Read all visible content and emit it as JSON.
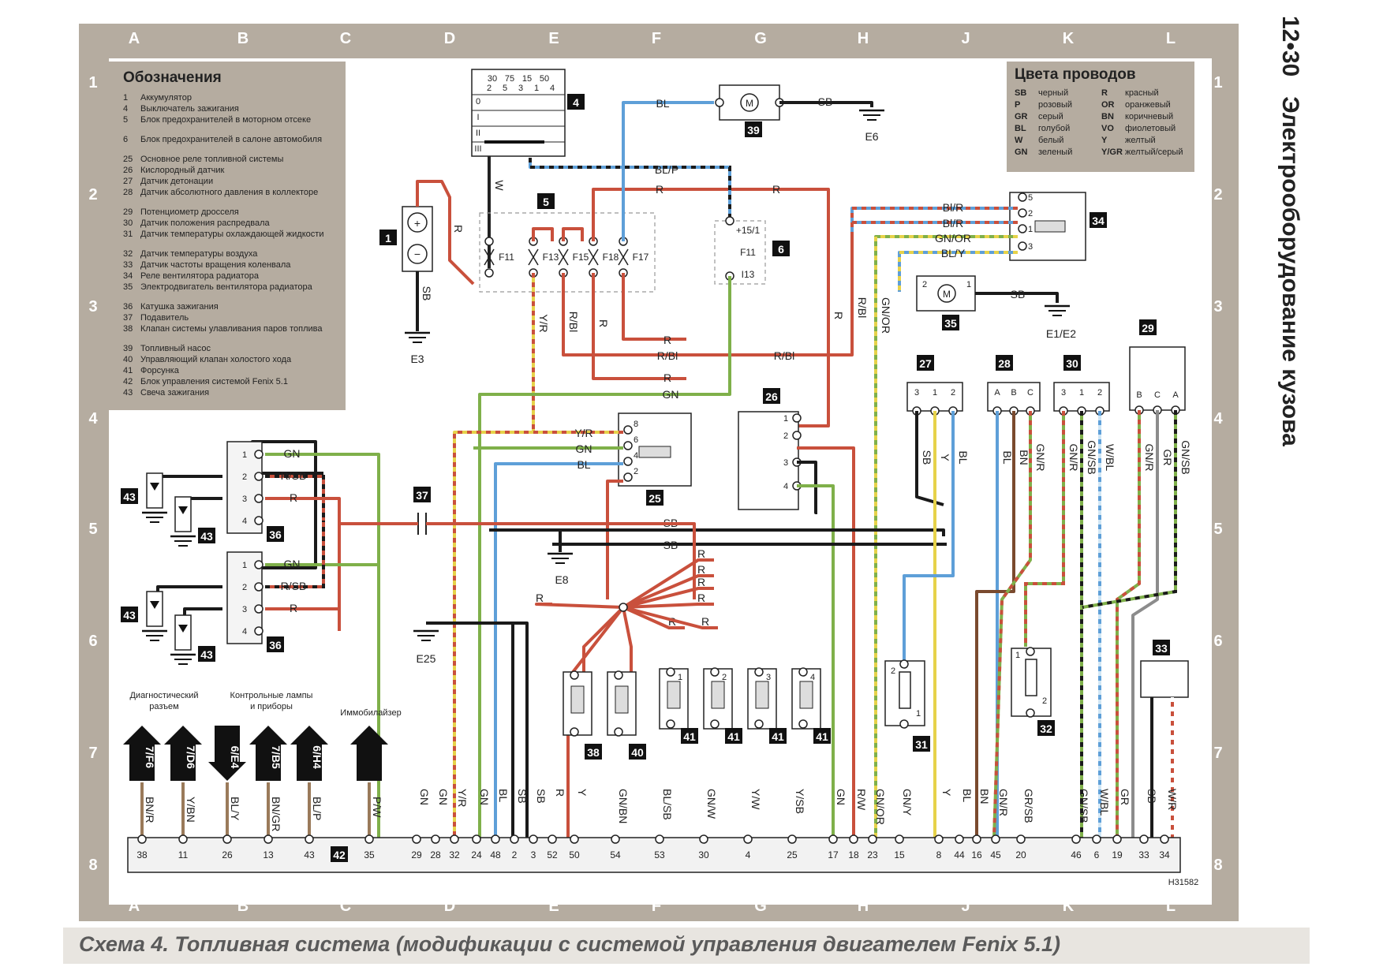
{
  "page_number": "12•30",
  "section_title": "Электрооборудование кузова",
  "caption": "Схема 4. Топливная система (модификации с системой управления двигателем Fenix 5.1)",
  "drawing_id": "H31582",
  "columns": [
    "A",
    "B",
    "C",
    "D",
    "E",
    "F",
    "G",
    "H",
    "J",
    "K",
    "L"
  ],
  "rows": [
    "1",
    "2",
    "3",
    "4",
    "5",
    "6",
    "7",
    "8"
  ],
  "legend": {
    "title": "Обозначения",
    "items": [
      {
        "n": "1",
        "t": "Аккумулятор"
      },
      {
        "n": "4",
        "t": "Выключатель зажигания"
      },
      {
        "n": "5",
        "t": "Блок предохранителей в моторном отсеке"
      },
      {
        "n": "6",
        "t": "Блок предохранителей в салоне автомобиля"
      },
      {
        "n": "25",
        "t": "Основное реле топливной системы"
      },
      {
        "n": "26",
        "t": "Кислородный датчик"
      },
      {
        "n": "27",
        "t": "Датчик детонации"
      },
      {
        "n": "28",
        "t": "Датчик абсолютного давления в коллекторе"
      },
      {
        "n": "29",
        "t": "Потенциометр дросселя"
      },
      {
        "n": "30",
        "t": "Датчик положения распредвала"
      },
      {
        "n": "31",
        "t": "Датчик температуры охлаждающей жидкости"
      },
      {
        "n": "32",
        "t": "Датчик температуры воздуха"
      },
      {
        "n": "33",
        "t": "Датчик частоты вращения коленвала"
      },
      {
        "n": "34",
        "t": "Реле вентилятора радиатора"
      },
      {
        "n": "35",
        "t": "Электродвигатель вентилятора радиатора"
      },
      {
        "n": "36",
        "t": "Катушка зажигания"
      },
      {
        "n": "37",
        "t": "Подавитель"
      },
      {
        "n": "38",
        "t": "Клапан системы улавливания паров топлива"
      },
      {
        "n": "39",
        "t": "Топливный насос"
      },
      {
        "n": "40",
        "t": "Управляющий клапан холостого хода"
      },
      {
        "n": "41",
        "t": "Форсунка"
      },
      {
        "n": "42",
        "t": "Блок управления системой Fenix 5.1"
      },
      {
        "n": "43",
        "t": "Свеча зажигания"
      }
    ]
  },
  "wire_colors": {
    "title": "Цвета проводов",
    "items": [
      {
        "code": "SB",
        "name": "черный"
      },
      {
        "code": "P",
        "name": "розовый"
      },
      {
        "code": "GR",
        "name": "серый"
      },
      {
        "code": "BL",
        "name": "голубой"
      },
      {
        "code": "W",
        "name": "белый"
      },
      {
        "code": "GN",
        "name": "зеленый"
      },
      {
        "code": "R",
        "name": "красный"
      },
      {
        "code": "OR",
        "name": "оранжевый"
      },
      {
        "code": "BN",
        "name": "коричневый"
      },
      {
        "code": "VO",
        "name": "фиолетовый"
      },
      {
        "code": "Y",
        "name": "желтый"
      },
      {
        "code": "Y/GR",
        "name": "желтый/серый"
      }
    ]
  },
  "ignition_switch": {
    "header": [
      "30",
      "75",
      "15",
      "50"
    ],
    "header2": [
      "2",
      "5",
      "3",
      "1",
      "4"
    ],
    "positions": [
      "0",
      "I",
      "II",
      "III"
    ]
  },
  "fuses": [
    "F11",
    "F13",
    "F15",
    "F18",
    "F17"
  ],
  "fuse_box6": [
    "+15/1",
    "F11",
    "I13"
  ],
  "grounds": [
    "E3",
    "E6",
    "E8",
    "E25",
    "E1/E2"
  ],
  "connector_groups": {
    "diag": "Диагностический разъем",
    "lamps": "Контрольные лампы и приборы",
    "immo": "Иммобилайзер"
  },
  "arrows": [
    {
      "label": "7/F6",
      "wire": "BN/R",
      "pin": "38",
      "dir": "up"
    },
    {
      "label": "7/D6",
      "wire": "Y/BN",
      "pin": "11",
      "dir": "up"
    },
    {
      "label": "6/E4",
      "wire": "BL/Y",
      "pin": "26",
      "dir": "down"
    },
    {
      "label": "7/B5",
      "wire": "BN/GR",
      "pin": "13",
      "dir": "up"
    },
    {
      "label": "6/H4",
      "wire": "BL/P",
      "pin": "43",
      "dir": "up"
    },
    {
      "label": "",
      "wire": "P/W",
      "pin": "35",
      "dir": "up"
    }
  ],
  "ecu_pins": [
    {
      "wire": "GN",
      "pin": "29"
    },
    {
      "wire": "GN",
      "pin": "28"
    },
    {
      "wire": "Y/R",
      "pin": "32"
    },
    {
      "wire": "GN",
      "pin": "24"
    },
    {
      "wire": "BL",
      "pin": "48"
    },
    {
      "wire": "SB",
      "pin": "2"
    },
    {
      "wire": "SB",
      "pin": "3"
    },
    {
      "wire": "R",
      "pin": "52"
    },
    {
      "wire": "Y",
      "pin": "50"
    },
    {
      "wire": "GN/BN",
      "pin": "54"
    },
    {
      "wire": "BL/SB",
      "pin": "53"
    },
    {
      "wire": "GN/W",
      "pin": "30"
    },
    {
      "wire": "Y/W",
      "pin": "4"
    },
    {
      "wire": "Y/SB",
      "pin": "25"
    },
    {
      "wire": "GN",
      "pin": "17"
    },
    {
      "wire": "R/W",
      "pin": "18"
    },
    {
      "wire": "GN/OR",
      "pin": "23"
    },
    {
      "wire": "GN/Y",
      "pin": "15"
    },
    {
      "wire": "Y",
      "pin": "8"
    },
    {
      "wire": "BL",
      "pin": "44"
    },
    {
      "wire": "BN",
      "pin": "16"
    },
    {
      "wire": "GN/R",
      "pin": "45"
    },
    {
      "wire": "GR/SB",
      "pin": "20"
    },
    {
      "wire": "GN/SB",
      "pin": "46"
    },
    {
      "wire": "W/BL",
      "pin": "6"
    },
    {
      "wire": "GR",
      "pin": "19"
    },
    {
      "wire": "SB",
      "pin": "33"
    },
    {
      "wire": "W/R",
      "pin": "34"
    }
  ],
  "sensor_pin_labels": {
    "s27": [
      "3",
      "1",
      "2"
    ],
    "s28": [
      "A",
      "B",
      "C"
    ],
    "s30": [
      "3",
      "1",
      "2"
    ],
    "s29": [
      "B",
      "C",
      "A"
    ]
  },
  "wire_labels": {
    "bl_top": "BL",
    "sb_top": "SB",
    "blp": "BL/P",
    "r_top1": "R",
    "r_top2": "R",
    "w_sw": "W",
    "r_bat": "R",
    "sb_bat": "SB",
    "blr1": "Bl/R",
    "blr2": "Bl/R",
    "gnor": "GN/OR",
    "bly": "BL/Y",
    "sb35": "SB",
    "yr_v": "Y/R",
    "rbl_v": "R/Bl",
    "r_v1": "R",
    "r_v2": "R",
    "rbl_v2": "R/Bl",
    "gnor_v": "GN/OR",
    "r_h1": "R",
    "rbl_h1": "R/Bl",
    "rbl_h2": "R/Bl",
    "r_h2": "R",
    "gn_h": "GN",
    "yr_h": "Y/R",
    "gn_h2": "GN",
    "bl_h": "BL",
    "gn36a": "GN",
    "rsb36a": "R/SB",
    "r36a": "R",
    "gn36b": "GN",
    "rsb36b": "R/SB",
    "r36b": "R",
    "sb_h1": "SB",
    "sb_h2": "SB",
    "r_m1": "R",
    "r_m2": "R",
    "r_m3": "R",
    "r_m4": "R",
    "r_m5": "R",
    "r_m6": "R",
    "r_m7": "R",
    "sb27": "SB",
    "y27": "Y",
    "bl27": "BL",
    "bl28": "BL",
    "bn28": "BN",
    "gnr28": "GN/R",
    "gnr30": "GN/R",
    "gnsb30": "GN/SB",
    "wbl30": "W/BL",
    "gnr29": "GN/R",
    "gr29": "GR",
    "gnsb29": "GN/SB"
  },
  "relay25_pins": [
    "8",
    "6",
    "4",
    "2"
  ],
  "sensor26_pins": [
    "1",
    "2",
    "3",
    "4"
  ],
  "relay34_pins": [
    "5",
    "2",
    "1",
    "3"
  ],
  "motor35_pins": [
    "2",
    "1"
  ],
  "coil36_pins": [
    "1",
    "2",
    "3",
    "4"
  ],
  "inj_pins": [
    "1",
    "2",
    "3",
    "4"
  ],
  "sens31_pins": [
    "2",
    "1"
  ],
  "sens32_pins": [
    "1",
    "2"
  ],
  "tags": [
    "1",
    "4",
    "5",
    "6",
    "25",
    "26",
    "27",
    "28",
    "29",
    "30",
    "31",
    "32",
    "33",
    "34",
    "35",
    "36",
    "36",
    "37",
    "38",
    "39",
    "40",
    "41",
    "41",
    "41",
    "41",
    "42",
    "43",
    "43",
    "43",
    "43"
  ],
  "colors": {
    "red": "#c9503c",
    "blue": "#5e9fd8",
    "green": "#7fb04a",
    "black": "#1a1a1a",
    "yellow": "#e6d24a",
    "brown": "#7a4a2e",
    "gray": "#8c8c8c",
    "frame": "#b5aca0"
  }
}
